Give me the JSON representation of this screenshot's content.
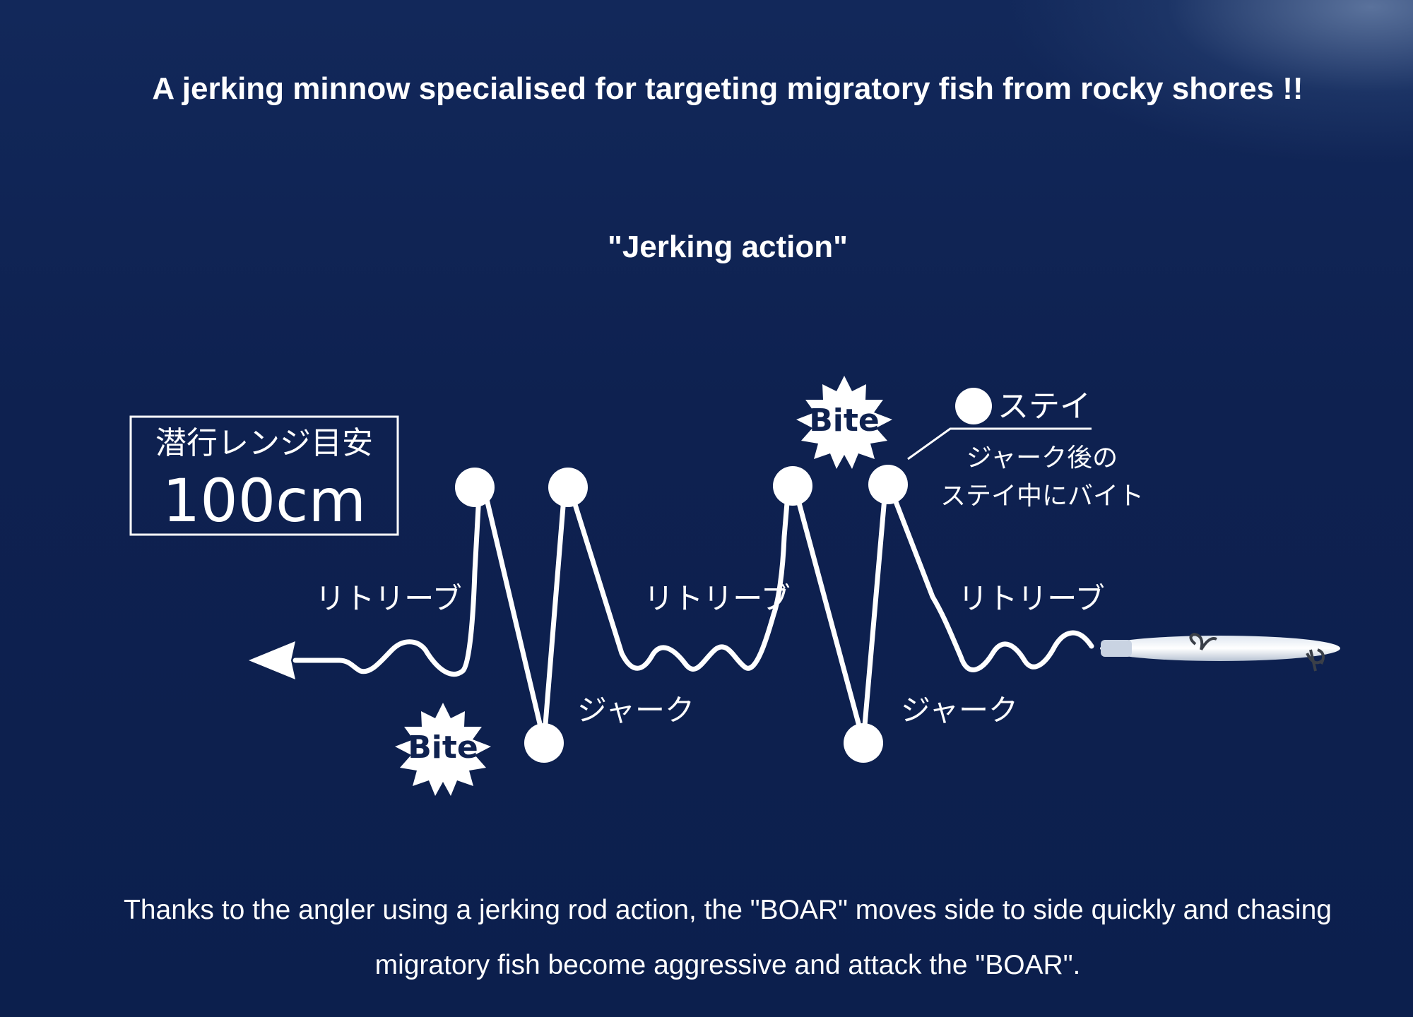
{
  "headline": "A jerking minnow specialised for targeting migratory fish from rocky shores !!",
  "subheading": "\"Jerking action\"",
  "diagram": {
    "range_box": {
      "label": "潜行レンジ目安",
      "value": "100cm"
    },
    "retrieve_labels": [
      "リトリーブ",
      "リトリーブ",
      "リトリーブ"
    ],
    "jerk_labels": [
      "ジャーク",
      "ジャーク"
    ],
    "bite_labels": [
      "Bite",
      "Bite"
    ],
    "stay_legend": {
      "title": "ステイ",
      "line1": "ジャーク後の",
      "line2": "ステイ中にバイト"
    },
    "colors": {
      "background": "#0f2250",
      "line": "#ffffff"
    }
  },
  "footer": "Thanks to the angler using a jerking rod action, the \"BOAR\" moves side to side quickly and chasing migratory fish become aggressive and attack the \"BOAR\"."
}
